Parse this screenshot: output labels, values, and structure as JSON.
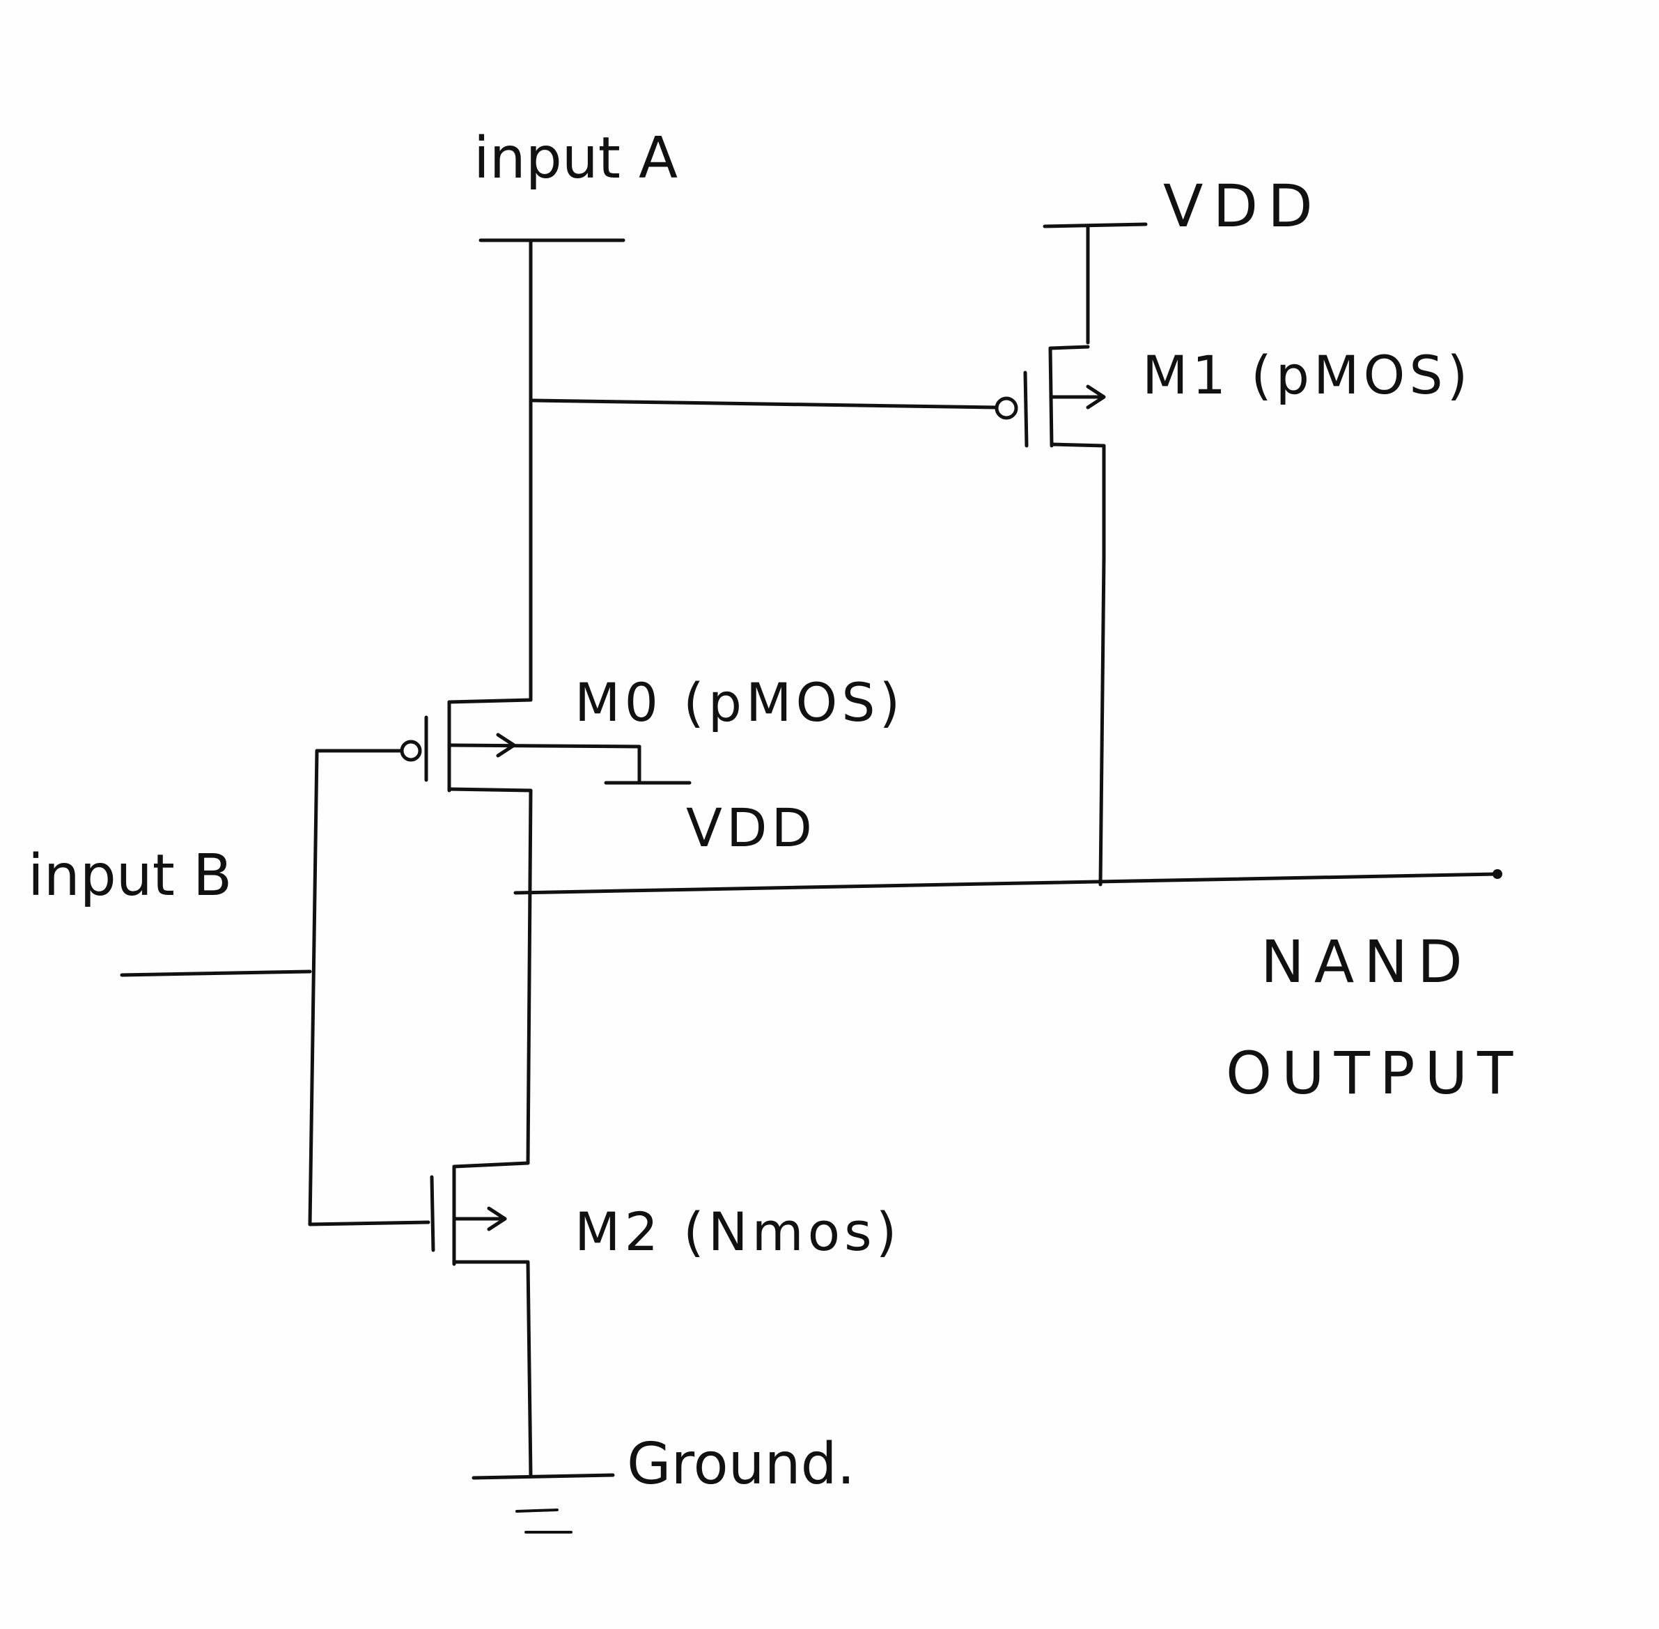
{
  "labels": {
    "input_a": "input A",
    "input_b": "input B",
    "vdd_top": "VDD",
    "vdd_m0": "VDD",
    "m0": "M0 (pMOS)",
    "m1": "M1 (pMOS)",
    "m2": "M2 (Nmos)",
    "output_line1": "NAND",
    "output_line2": "OUTPUT",
    "ground": "Ground."
  }
}
